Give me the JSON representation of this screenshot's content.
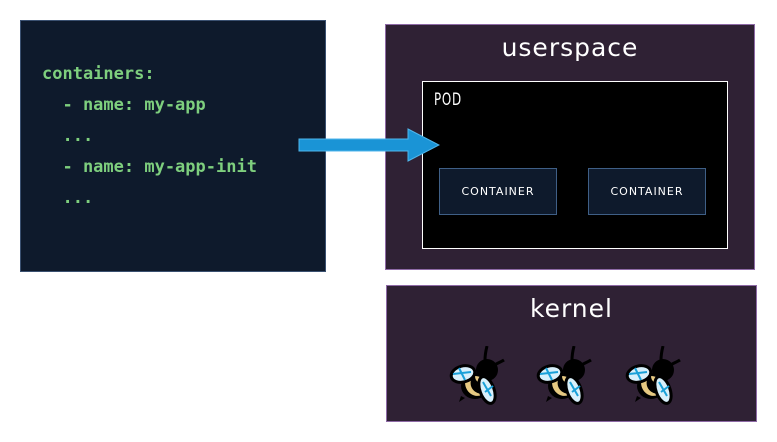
{
  "code": {
    "lines": [
      "containers:",
      "  - name: my-app",
      "  ...",
      "  - name: my-app-init",
      "  ..."
    ]
  },
  "userspace": {
    "title": "userspace",
    "pod": {
      "label": "POD",
      "containers": [
        "CONTAINER",
        "CONTAINER"
      ]
    }
  },
  "kernel": {
    "title": "kernel",
    "icons": [
      "bee-icon",
      "bee-icon",
      "bee-icon"
    ]
  },
  "colors": {
    "code_bg": "#0e1a2c",
    "code_text": "#7ecf7e",
    "purple_bg": "#2f2134",
    "purple_border": "#8e6aa6",
    "arrow": "#1a94d6"
  }
}
